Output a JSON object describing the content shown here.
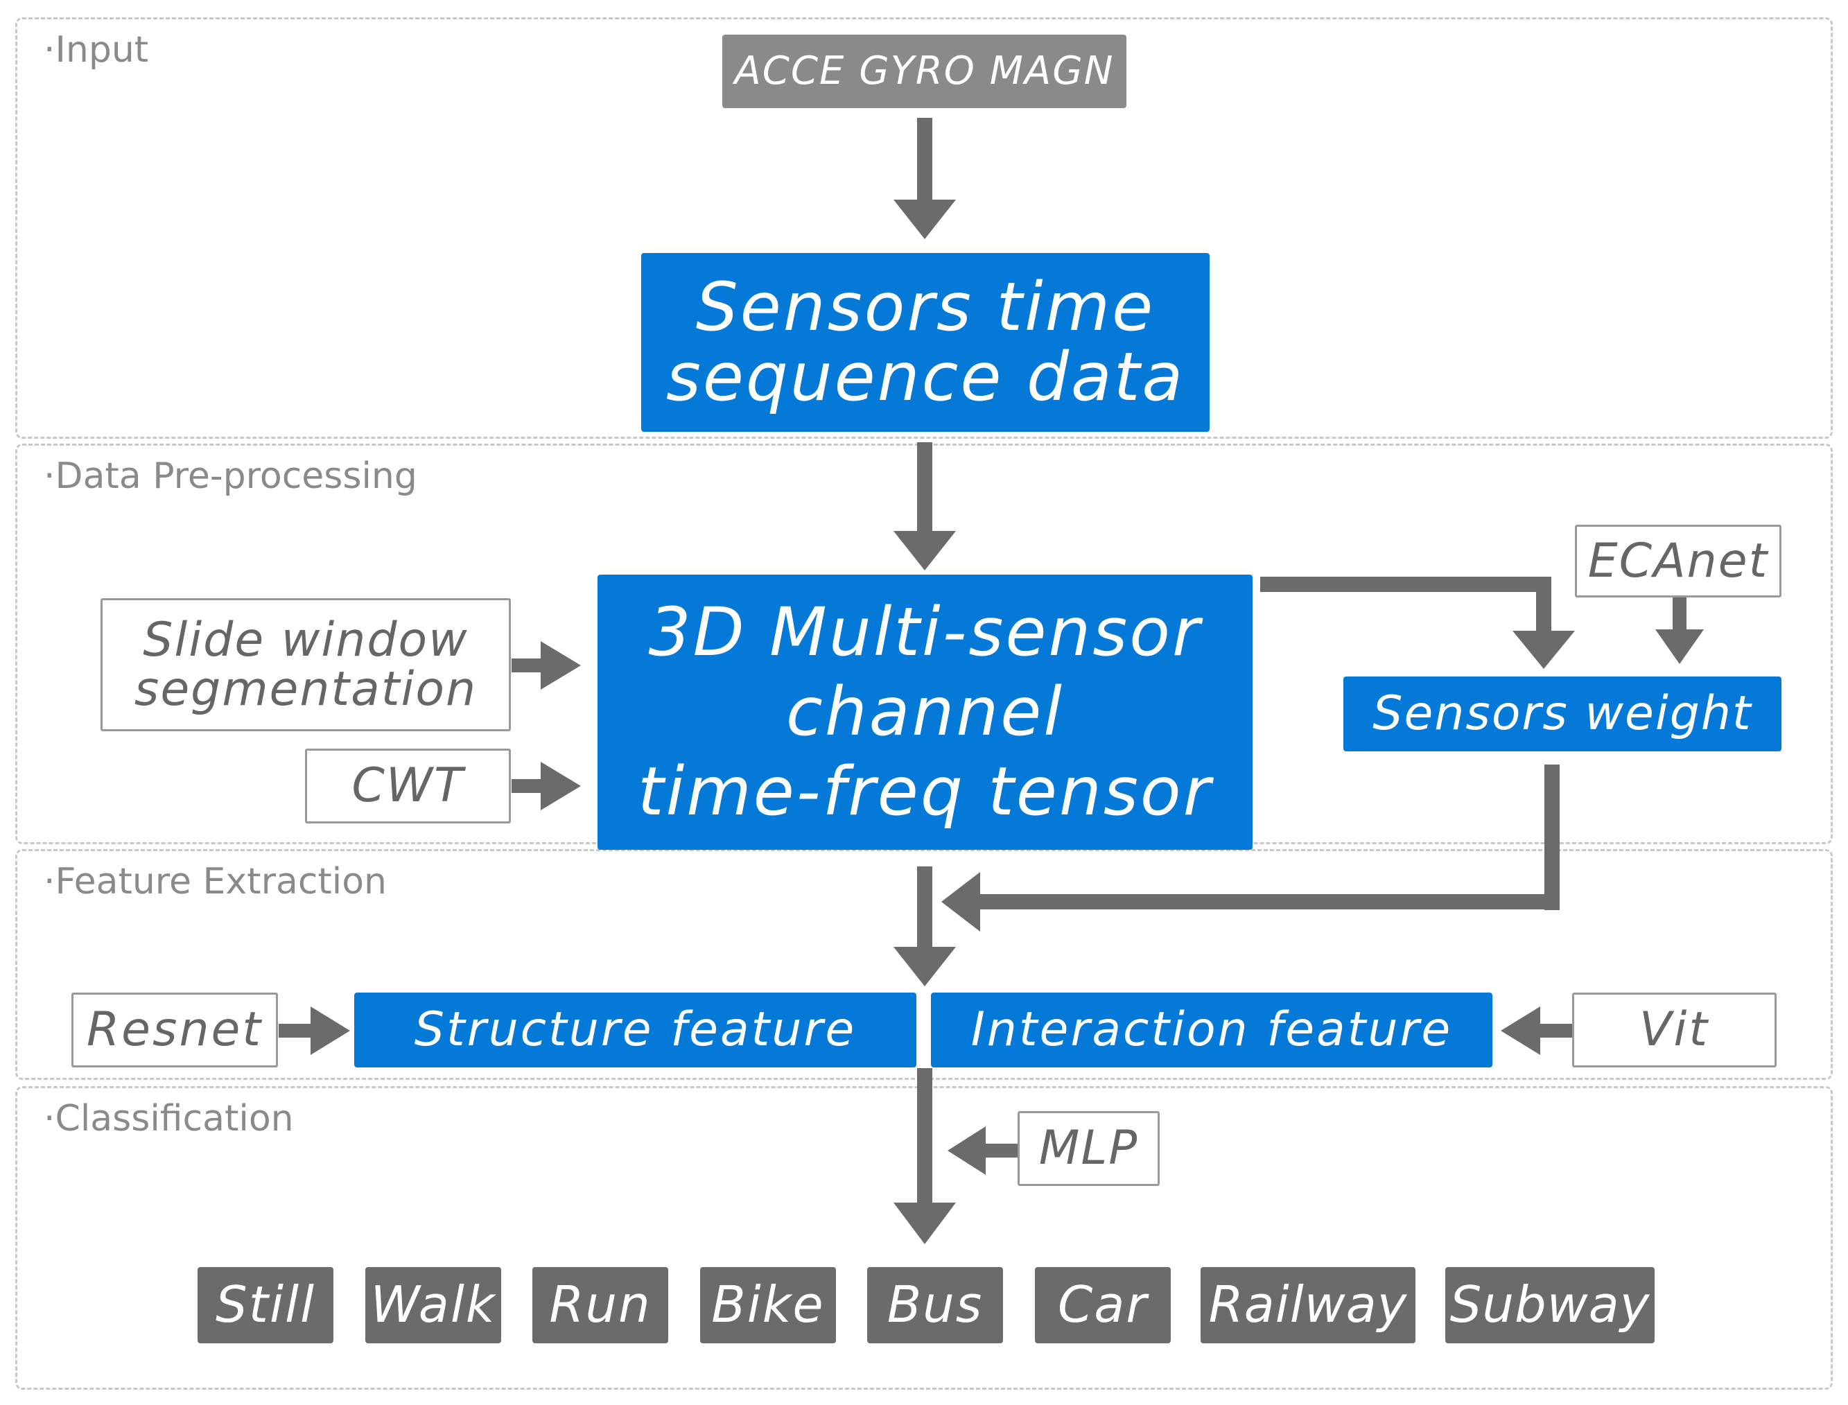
{
  "sections": [
    {
      "id": "input",
      "label": "·Input"
    },
    {
      "id": "preprocessing",
      "label": "·Data Pre-processing"
    },
    {
      "id": "feature",
      "label": "·Feature Extraction"
    },
    {
      "id": "classification",
      "label": "·Classification"
    }
  ],
  "nodes": {
    "sensors_input": "ACCE GYRO MAGN",
    "time_sequence": "Sensors time\nsequence data",
    "tensor": "3D Multi-sensor\nchannel\ntime-freq tensor",
    "slide_window": "Slide window\nsegmentation",
    "cwt": "CWT",
    "ecanet": "ECAnet",
    "sensors_weight": "Sensors weight",
    "resnet": "Resnet",
    "structure_feature": "Structure feature",
    "interaction_feature": "Interaction feature",
    "vit": "Vit",
    "mlp": "MLP"
  },
  "classes": [
    "Still",
    "Walk",
    "Run",
    "Bike",
    "Bus",
    "Car",
    "Railway",
    "Subway"
  ],
  "colors": {
    "blue": "#0479d8",
    "arrow": "#6b6b6b",
    "input_box": "#8a8a8a",
    "class_box": "#6b6b6b",
    "dashed_border": "#c8c8c8"
  }
}
